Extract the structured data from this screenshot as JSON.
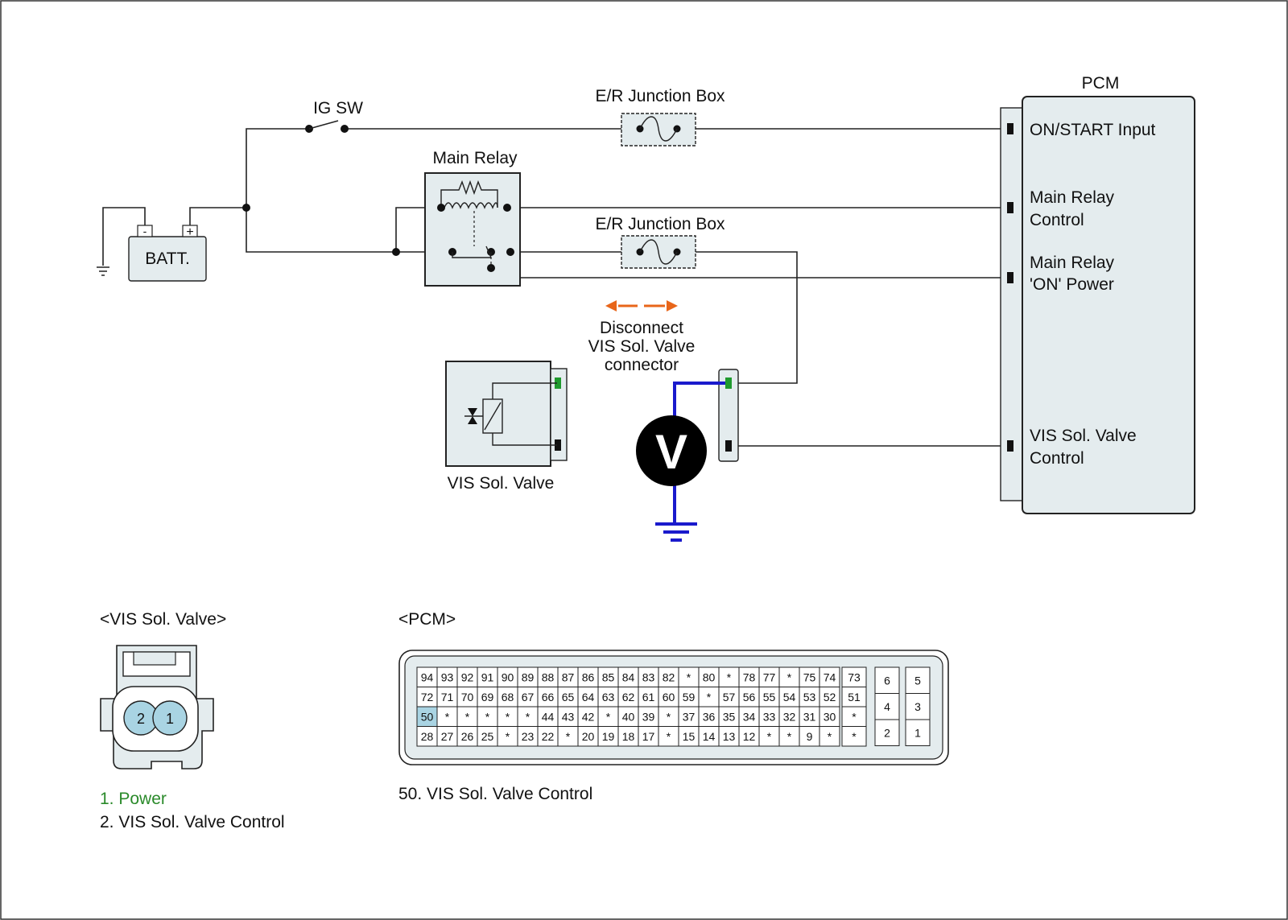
{
  "labels": {
    "ig_sw": "IG SW",
    "er_jb_top": "E/R Junction Box",
    "er_jb_mid": "E/R Junction Box",
    "main_relay": "Main Relay",
    "batt": "BATT.",
    "batt_minus": "-",
    "batt_plus": "+",
    "pcm": "PCM",
    "pcm_pins": {
      "on_start_1": "ON/START Input",
      "main_relay_ctrl_1": "Main Relay",
      "main_relay_ctrl_2": "Control",
      "main_relay_on_1": "Main Relay",
      "main_relay_on_2": "'ON' Power",
      "vis_ctrl_1": "VIS Sol. Valve",
      "vis_ctrl_2": "Control"
    },
    "disconnect_1": "Disconnect",
    "disconnect_2": "VIS Sol. Valve",
    "disconnect_3": "connector",
    "vis_valve": "VIS Sol. Valve",
    "voltmeter": "V"
  },
  "vis_connector": {
    "title": "<VIS Sol. Valve>",
    "pin_left": "2",
    "pin_right": "1",
    "legend_1": "1. Power",
    "legend_2": "2. VIS Sol. Valve Control"
  },
  "pcm_connector": {
    "title": "<PCM>",
    "legend": "50. VIS Sol. Valve Control",
    "highlighted_pin": "50",
    "rows": [
      [
        "94",
        "93",
        "92",
        "91",
        "90",
        "89",
        "88",
        "87",
        "86",
        "85",
        "84",
        "83",
        "82",
        "*",
        "80",
        "*",
        "78",
        "77",
        "*",
        "75",
        "74"
      ],
      [
        "72",
        "71",
        "70",
        "69",
        "68",
        "67",
        "66",
        "65",
        "64",
        "63",
        "62",
        "61",
        "60",
        "59",
        "*",
        "57",
        "56",
        "55",
        "54",
        "53",
        "52"
      ],
      [
        "50",
        "*",
        "*",
        "*",
        "*",
        "*",
        "44",
        "43",
        "42",
        "*",
        "40",
        "39",
        "*",
        "37",
        "36",
        "35",
        "34",
        "33",
        "32",
        "31",
        "30"
      ],
      [
        "28",
        "27",
        "26",
        "25",
        "*",
        "23",
        "22",
        "*",
        "20",
        "19",
        "18",
        "17",
        "*",
        "15",
        "14",
        "13",
        "12",
        "*",
        "*",
        "9",
        "*"
      ]
    ],
    "mid_col": [
      "73",
      "51",
      "*",
      "*"
    ],
    "right_left_col": [
      "6",
      "4",
      "2"
    ],
    "right_right_col": [
      "5",
      "3",
      "1"
    ]
  },
  "colors": {
    "meter_wire": "#1a1acc",
    "arrow": "#e8661a",
    "terminal_green": "#1f9a2e",
    "legend_power": "#2a8a2a",
    "highlight_cell": "#a9d4e3",
    "component_fill": "#e4ecee"
  }
}
